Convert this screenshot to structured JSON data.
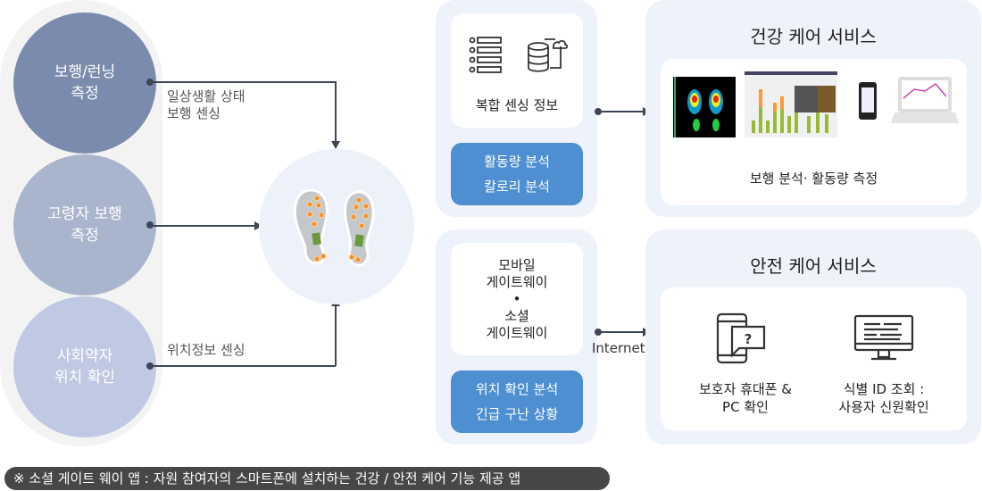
{
  "left": {
    "circles": [
      {
        "label": "보행/런닝\n측정",
        "color": "#7a8bad"
      },
      {
        "label": "고령자 보행\n측정",
        "color": "#a9b5cd"
      },
      {
        "label": "사회약자\n위치 확인",
        "color": "#bfc9e3"
      }
    ],
    "top_connector_label": "일상생활 상태\n보행 센싱",
    "bottom_connector_label": "위치정보 센싱"
  },
  "middle": {
    "top": {
      "info_label": "복합 센싱 정보",
      "analysis": "활동량 분석\n칼로리 분석"
    },
    "bottom": {
      "gateway_label": "모바일\n게이트웨이\n•\n소셜\n게이트웨이",
      "analysis": "위치 확인 분석\n긴급 구난 상황"
    },
    "internet_label": "Internet"
  },
  "right": {
    "health": {
      "title": "건강 케어 서비스",
      "caption": "보행 분석· 활동량 측정"
    },
    "safety": {
      "title": "안전 케어 서비스",
      "items": [
        {
          "label": "보호자 휴대폰 &\nPC 확인"
        },
        {
          "label": "식별 ID  조회 :\n사용자 신원확인"
        }
      ]
    }
  },
  "footer": "※ 소셜 게이트 웨이 앱 : 자원 참여자의 스마트폰에 설치하는 건강 / 안전 케어 기능 제공 앱",
  "colors": {
    "accent_blue": "#4d8fd0",
    "panel_bg": "#eef2fa",
    "footer_bg": "#474747"
  }
}
